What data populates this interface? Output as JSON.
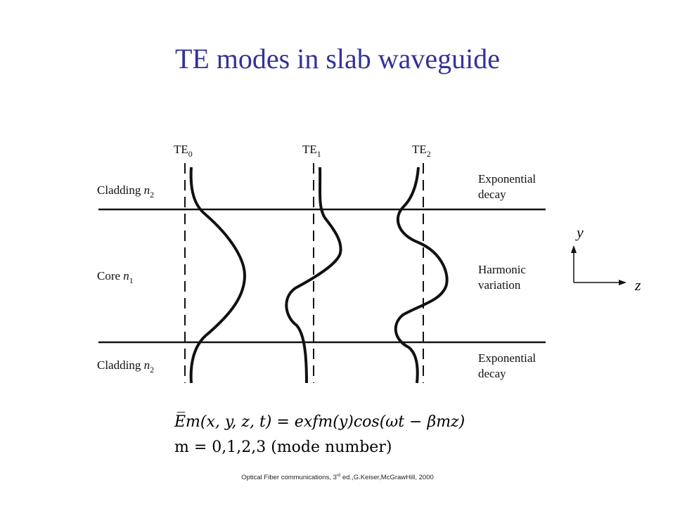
{
  "title": "TE modes in slab waveguide",
  "modes": [
    {
      "base": "TE",
      "sub": "0"
    },
    {
      "base": "TE",
      "sub": "1"
    },
    {
      "base": "TE",
      "sub": "2"
    }
  ],
  "regions": {
    "top_cladding": {
      "label": "Cladding ",
      "index": "n",
      "index_sub": "2"
    },
    "core": {
      "label": "Core ",
      "index": "n",
      "index_sub": "1"
    },
    "bottom_cladding": {
      "label": "Cladding ",
      "index": "n",
      "index_sub": "2"
    }
  },
  "behaviors": {
    "top": [
      "Exponential",
      "decay"
    ],
    "middle": [
      "Harmonic",
      "variation"
    ],
    "bottom": [
      "Exponential",
      "decay"
    ]
  },
  "axes": {
    "vertical": "y",
    "horizontal": "z"
  },
  "equations": {
    "field": "E̅m(x, y, z, t) = exfm(y)cos(ωt − βmz)",
    "modes": "m = 0,1,2,3 (mode number)"
  },
  "citation": {
    "before": "Optical Fiber communications, 3",
    "sup": "rd",
    "after": " ed.,G.Keiser,McGrawHill, 2000"
  },
  "colors": {
    "title": "#333399",
    "ink": "#111111"
  }
}
